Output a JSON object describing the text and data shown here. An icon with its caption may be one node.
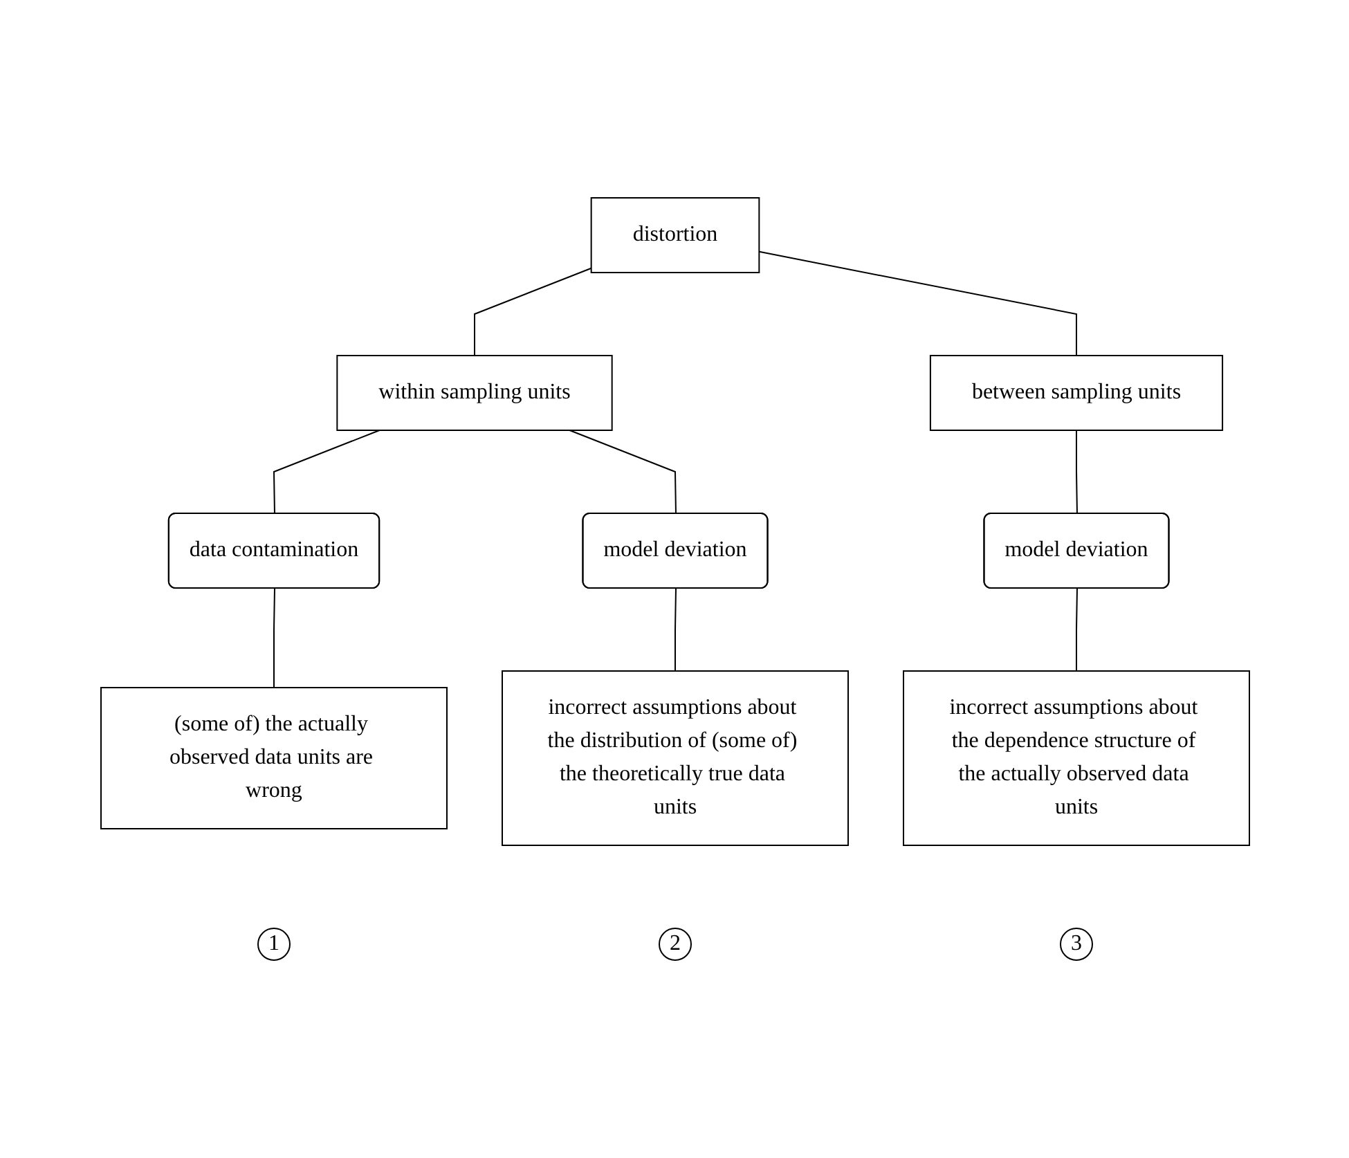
{
  "diagram": {
    "nodes": [
      {
        "text": [
          "distortion"
        ]
      },
      {
        "text": [
          "within sampling units"
        ]
      },
      {
        "text": [
          "between sampling units"
        ]
      },
      {
        "text": [
          "data contamination"
        ]
      },
      {
        "text": [
          "model deviation"
        ]
      },
      {
        "text": [
          "model deviation"
        ]
      },
      {
        "text": [
          "(some of) the actually observed data units are wrong"
        ]
      },
      {
        "text": [
          "incorrect assumptions about the distribution of (some of) the theoretically true data units"
        ]
      },
      {
        "text": [
          "incorrect assumptions about the dependence structure of the actually observed data units"
        ]
      },
      {
        "text": [
          "1"
        ]
      },
      {
        "text": [
          "2"
        ]
      },
      {
        "text": [
          "3"
        ]
      }
    ],
    "edges": [
      {
        "from": 0,
        "to": 1,
        "arrow": "none"
      },
      {
        "from": 0,
        "to": 2,
        "arrow": "none"
      },
      {
        "from": 1,
        "to": 3,
        "arrow": "none"
      },
      {
        "from": 1,
        "to": 4,
        "arrow": "none"
      },
      {
        "from": 2,
        "to": 5,
        "arrow": "none"
      },
      {
        "from": 3,
        "to": 6,
        "arrow": "none"
      },
      {
        "from": 4,
        "to": 7,
        "arrow": "none"
      },
      {
        "from": 5,
        "to": 8,
        "arrow": "none"
      }
    ]
  }
}
